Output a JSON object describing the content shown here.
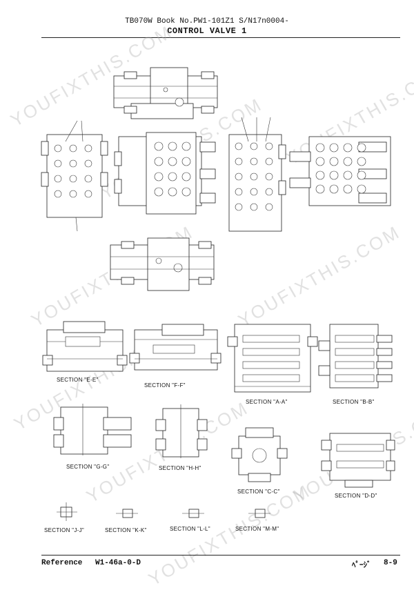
{
  "header": {
    "line1": "TB070W   Book No.PW1-101Z1   S/N17n0004-",
    "title": "CONTROL VALVE 1"
  },
  "watermark": "YOUFIXTHIS.COM",
  "sections": [
    "SECTION \"E-E\"",
    "SECTION \"F-F\"",
    "SECTION \"A-A\"",
    "SECTION \"B-B\"",
    "SECTION \"G-G\"",
    "SECTION \"H-H\"",
    "SECTION \"C-C\"",
    "SECTION \"D-D\"",
    "SECTION \"J-J\"",
    "SECTION \"K-K\"",
    "SECTION \"L-L\"",
    "SECTION \"M-M\""
  ],
  "footer": {
    "reference_label": "Reference",
    "reference_code": "W1-46a-0-D",
    "page_label": "ﾍﾟｰｼﾞ",
    "page_number": "8-9"
  }
}
